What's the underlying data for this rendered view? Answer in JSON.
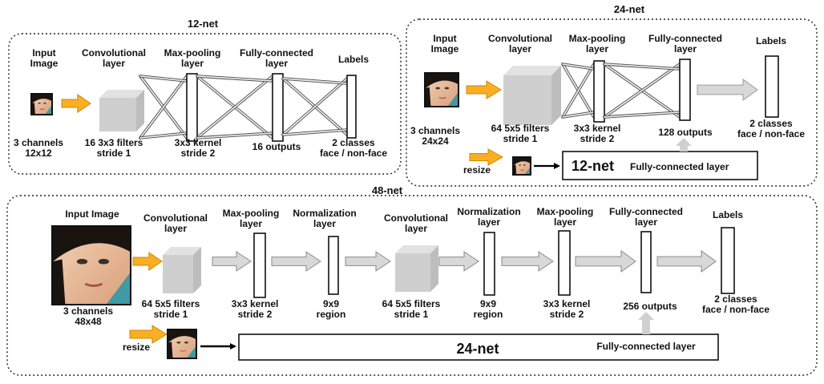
{
  "colors": {
    "orange_arrow": "#f9ae25",
    "gray_arrow": "#d8d8d8",
    "conv_block": "#cfcfcf"
  },
  "nets": {
    "net12": {
      "title": "12-net",
      "input": {
        "label": [
          "Input",
          "Image"
        ],
        "desc": [
          "3 channels",
          "12x12"
        ]
      },
      "conv": {
        "label": [
          "Convolutional",
          "layer"
        ],
        "desc": [
          "16 3x3 filters",
          "stride 1"
        ]
      },
      "pool": {
        "label": [
          "Max-pooling",
          "layer"
        ],
        "desc": [
          "3x3 kernel",
          "stride 2"
        ]
      },
      "fc": {
        "label": [
          "Fully-connected",
          "layer"
        ],
        "desc": [
          "16 outputs"
        ]
      },
      "labels": {
        "label": [
          "Labels"
        ],
        "desc": [
          "2 classes",
          "face / non-face"
        ]
      }
    },
    "net24": {
      "title": "24-net",
      "input": {
        "label": [
          "Input",
          "Image"
        ],
        "desc": [
          "3 channels",
          "24x24"
        ]
      },
      "conv": {
        "label": [
          "Convolutional",
          "layer"
        ],
        "desc": [
          "64 5x5 filters",
          "stride 1"
        ]
      },
      "pool": {
        "label": [
          "Max-pooling",
          "layer"
        ],
        "desc": [
          "3x3 kernel",
          "stride 2"
        ]
      },
      "fc": {
        "label": [
          "Fully-connected",
          "layer"
        ],
        "desc": [
          "128 outputs"
        ]
      },
      "labels": {
        "label": [
          "Labels"
        ],
        "desc": [
          "2 classes",
          "face / non-face"
        ]
      },
      "resize": "resize",
      "sub_net": "12-net",
      "sub_fc": "Fully-connected layer"
    },
    "net48": {
      "title": "48-net",
      "input": {
        "label": [
          "Input Image"
        ],
        "desc": [
          "3 channels",
          "48x48"
        ]
      },
      "conv1": {
        "label": [
          "Convolutional",
          "layer"
        ],
        "desc": [
          "64 5x5 filters",
          "stride 1"
        ]
      },
      "pool1": {
        "label": [
          "Max-pooling",
          "layer"
        ],
        "desc": [
          "3x3 kernel",
          "stride 2"
        ]
      },
      "norm1": {
        "label": [
          "Normalization",
          "layer"
        ],
        "desc": [
          "9x9",
          "region"
        ]
      },
      "conv2": {
        "label": [
          "Convolutional",
          "layer"
        ],
        "desc": [
          "64 5x5 filters",
          "stride 1"
        ]
      },
      "norm2": {
        "label": [
          "Normalization",
          "layer"
        ],
        "desc": [
          "9x9",
          "region"
        ]
      },
      "pool2": {
        "label": [
          "Max-pooling",
          "layer"
        ],
        "desc": [
          "3x3 kernel",
          "stride 2"
        ]
      },
      "fc": {
        "label": [
          "Fully-connected",
          "layer"
        ],
        "desc": [
          "256 outputs"
        ]
      },
      "labels": {
        "label": [
          "Labels"
        ],
        "desc": [
          "2 classes",
          "face / non-face"
        ]
      },
      "resize": "resize",
      "sub_net": "24-net",
      "sub_fc": "Fully-connected layer"
    }
  }
}
